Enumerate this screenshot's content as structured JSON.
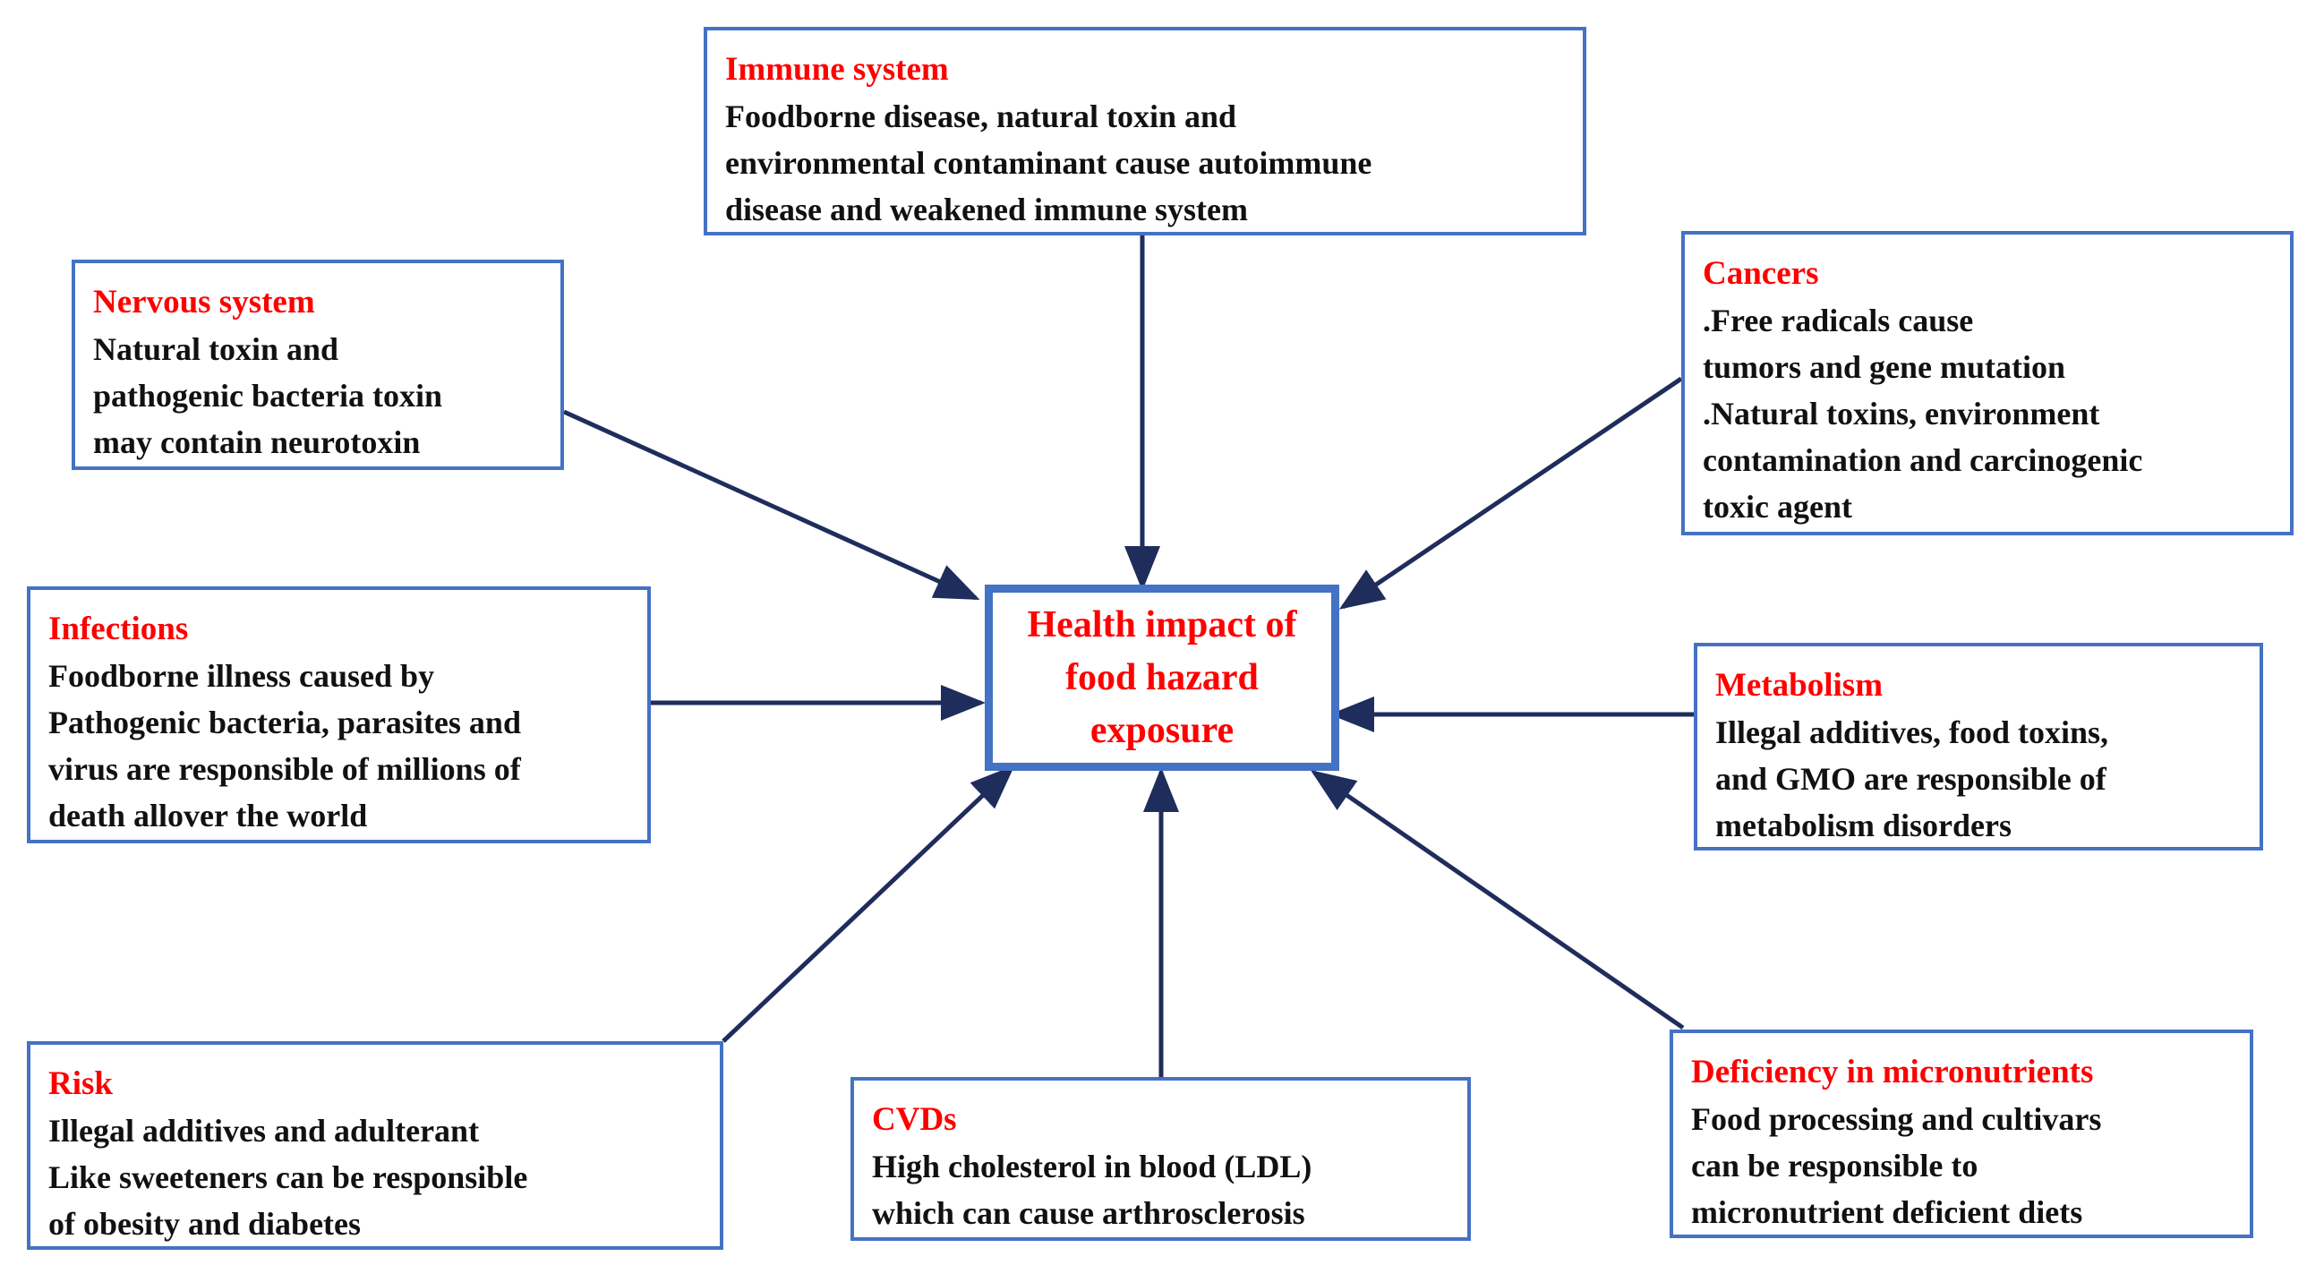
{
  "center": {
    "title_lines": [
      "Health impact of",
      "food hazard",
      "exposure"
    ]
  },
  "boxes": {
    "immune": {
      "title": "Immune  system",
      "lines": [
        "Foodborne disease, natural  toxin and",
        "environmental  contaminant cause autoimmune",
        "disease and weakened immune  system"
      ]
    },
    "nervous": {
      "title": "Nervous system",
      "lines": [
        "Natural toxin and",
        "pathogenic bacteria toxin",
        "may contain neurotoxin"
      ]
    },
    "cancers": {
      "title": "Cancers",
      "lines": [
        ".Free radicals  cause",
        "tumors and gene mutation",
        ".Natural    toxins,    environment",
        "contamination   and   carcinogenic",
        "toxic agent"
      ]
    },
    "infections": {
      "title": "Infections",
      "lines": [
        "Foodborne illness  caused by",
        "Pathogenic bacteria, parasites and",
        "virus  are responsible  of millions  of",
        "death allover the world"
      ]
    },
    "metabolism": {
      "title": "Metabolism",
      "lines": [
        "Illegal additives, food toxins,",
        "and GMO are responsible   of",
        "metabolism disorders"
      ]
    },
    "risk": {
      "title": "Risk",
      "lines": [
        "Illegal additives  and adulterant",
        "Like sweeteners can be responsible",
        "of obesity and diabetes"
      ]
    },
    "cvds": {
      "title": "CVDs",
      "lines": [
        "High cholesterol in blood (LDL)",
        "which  can cause arthrosclerosis"
      ]
    },
    "deficiency": {
      "title": "Deficiency in micronutrients",
      "lines": [
        "Food processing  and cultivars",
        "can be responsible  to",
        "micronutrient  deficient diets"
      ]
    }
  },
  "colors": {
    "box_border": "#4472c4",
    "title_text": "#ff0000",
    "body_text": "#111111",
    "arrow": "#1f2d5c"
  }
}
